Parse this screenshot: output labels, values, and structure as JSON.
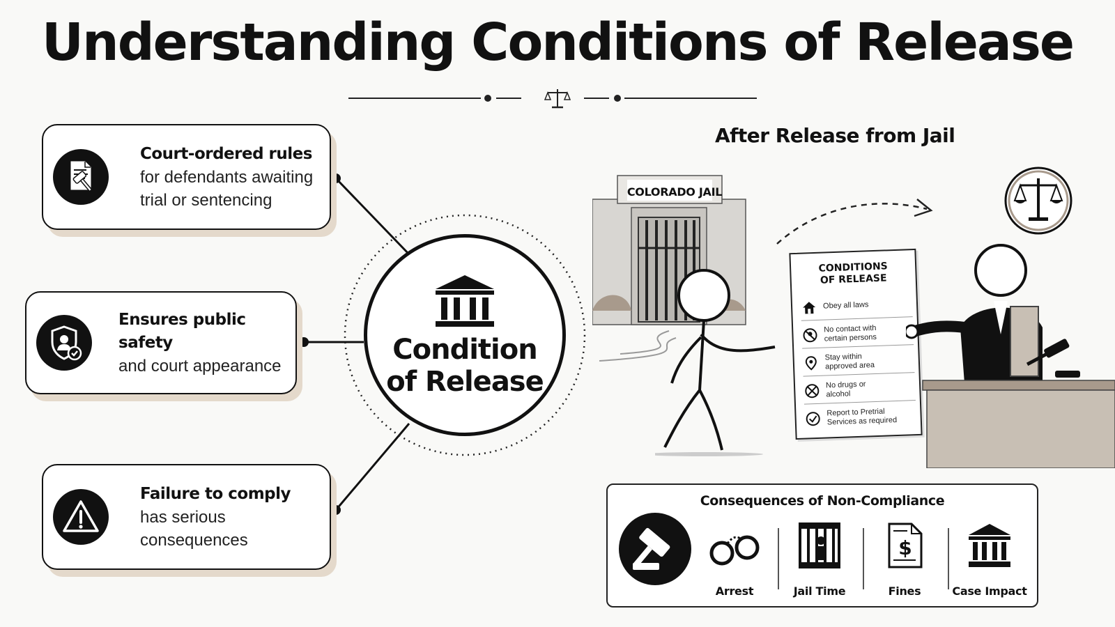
{
  "title": "Understanding Conditions of Release",
  "center": {
    "label": "Condition\nof Release"
  },
  "cards": [
    {
      "heading": "Court-ordered rules",
      "body": "for defendants awaiting trial or sentencing",
      "icon": "document-gavel-icon"
    },
    {
      "heading": "Ensures public safety",
      "body": "and court appearance",
      "icon": "shield-person-check-icon"
    },
    {
      "heading": "Failure to comply",
      "body": "has serious consequences",
      "icon": "warning-icon"
    }
  ],
  "scene": {
    "title": "After Release from Jail",
    "jail_sign": "COLORADO JAIL",
    "document": {
      "title": "CONDITIONS\nOF RELEASE",
      "items": [
        {
          "text": "Obey all laws",
          "icon": "house-icon"
        },
        {
          "text": "No contact with\ncertain persons",
          "icon": "no-contact-icon"
        },
        {
          "text": "Stay within\napproved area",
          "icon": "location-pin-icon"
        },
        {
          "text": "No drugs or\nalcohol",
          "icon": "no-drugs-icon"
        },
        {
          "text": "Report to Pretrial\nServices as required",
          "icon": "checkmark-icon"
        }
      ]
    }
  },
  "consequences": {
    "title": "Consequences of Non-Compliance",
    "items": [
      {
        "label": "Arrest",
        "icon": "handcuffs-icon"
      },
      {
        "label": "Jail Time",
        "icon": "jail-bars-icon"
      },
      {
        "label": "Fines",
        "icon": "dollar-document-icon"
      },
      {
        "label": "Case Impact",
        "icon": "courthouse-icon"
      }
    ]
  },
  "colors": {
    "ink": "#111111",
    "shadow": "#e4d9cb",
    "desk": "#c8bfb4",
    "wall": "#d8d6d2"
  }
}
